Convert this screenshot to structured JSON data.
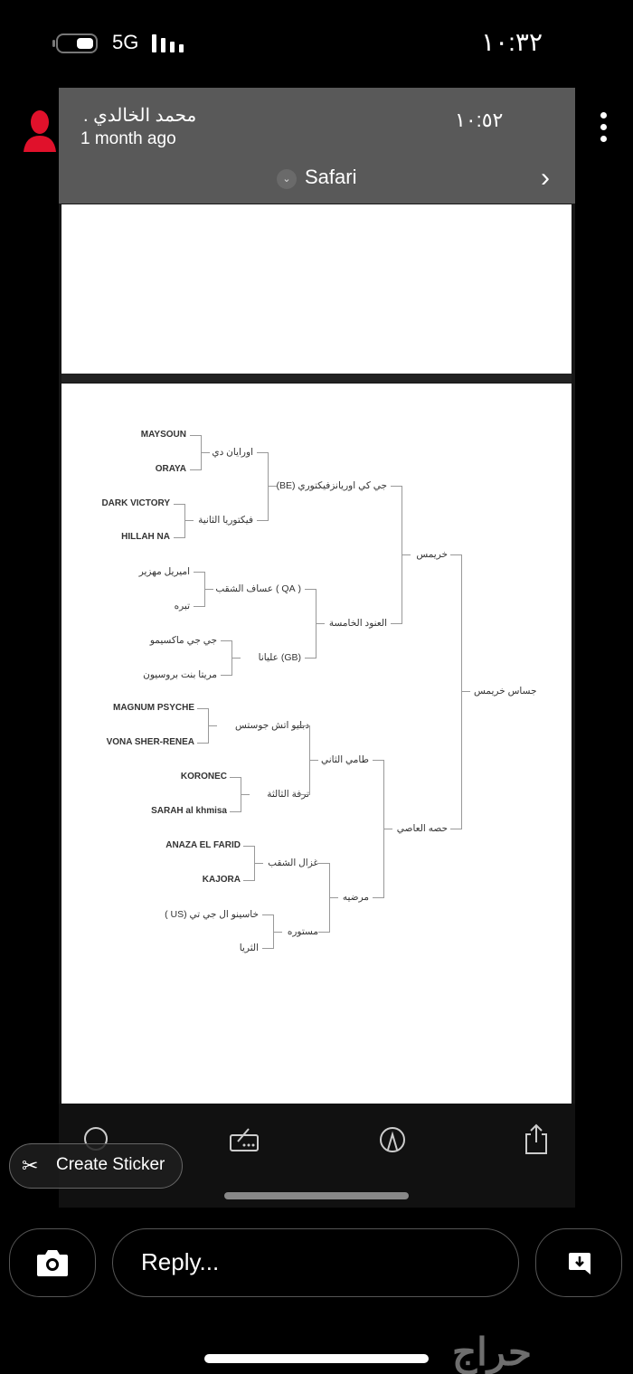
{
  "status_bar": {
    "network": "5G",
    "time": "١٠:٣٢"
  },
  "story": {
    "user_name": "محمد الخالدي .",
    "time_ago": "1 month ago",
    "embedded_time": "١٠:٥٢",
    "app_label": "Safari"
  },
  "bracket": {
    "round1": [
      "MAYSOUN",
      "ORAYA",
      "DARK VICTORY",
      "HILLAH NA",
      "اميريل مهزير",
      "تبره",
      "جي جي ماكسيمو",
      "مريتا بنت بروسيون",
      "MAGNUM PSYCHE",
      "VONA SHER-RENEA",
      "KORONEC",
      "SARAH al khmisa",
      "ANAZA EL FARID",
      "KAJORA",
      "خاسينو ال جي تي (US )",
      "الثريا"
    ],
    "round2": [
      "اورايان دي",
      "فيكتوريا الثانية",
      "( QA ) عساف الشقب",
      "(GB) عليانا",
      "دبليو اتش جوستس",
      "ترفة الثالثة",
      "غزال الشقب",
      "مستوره"
    ],
    "round3": [
      "جي كي اوريانزفيكتوري (BE)",
      "العنود الخامسة",
      "طامي الثاني",
      "مرضيه"
    ],
    "round4": [
      "خريمس",
      "حصه العاصي"
    ],
    "winner": "جساس خريمس"
  },
  "toolbar": {
    "create_sticker": "Create Sticker"
  },
  "reply": {
    "placeholder": "Reply..."
  },
  "watermark": "حراج"
}
